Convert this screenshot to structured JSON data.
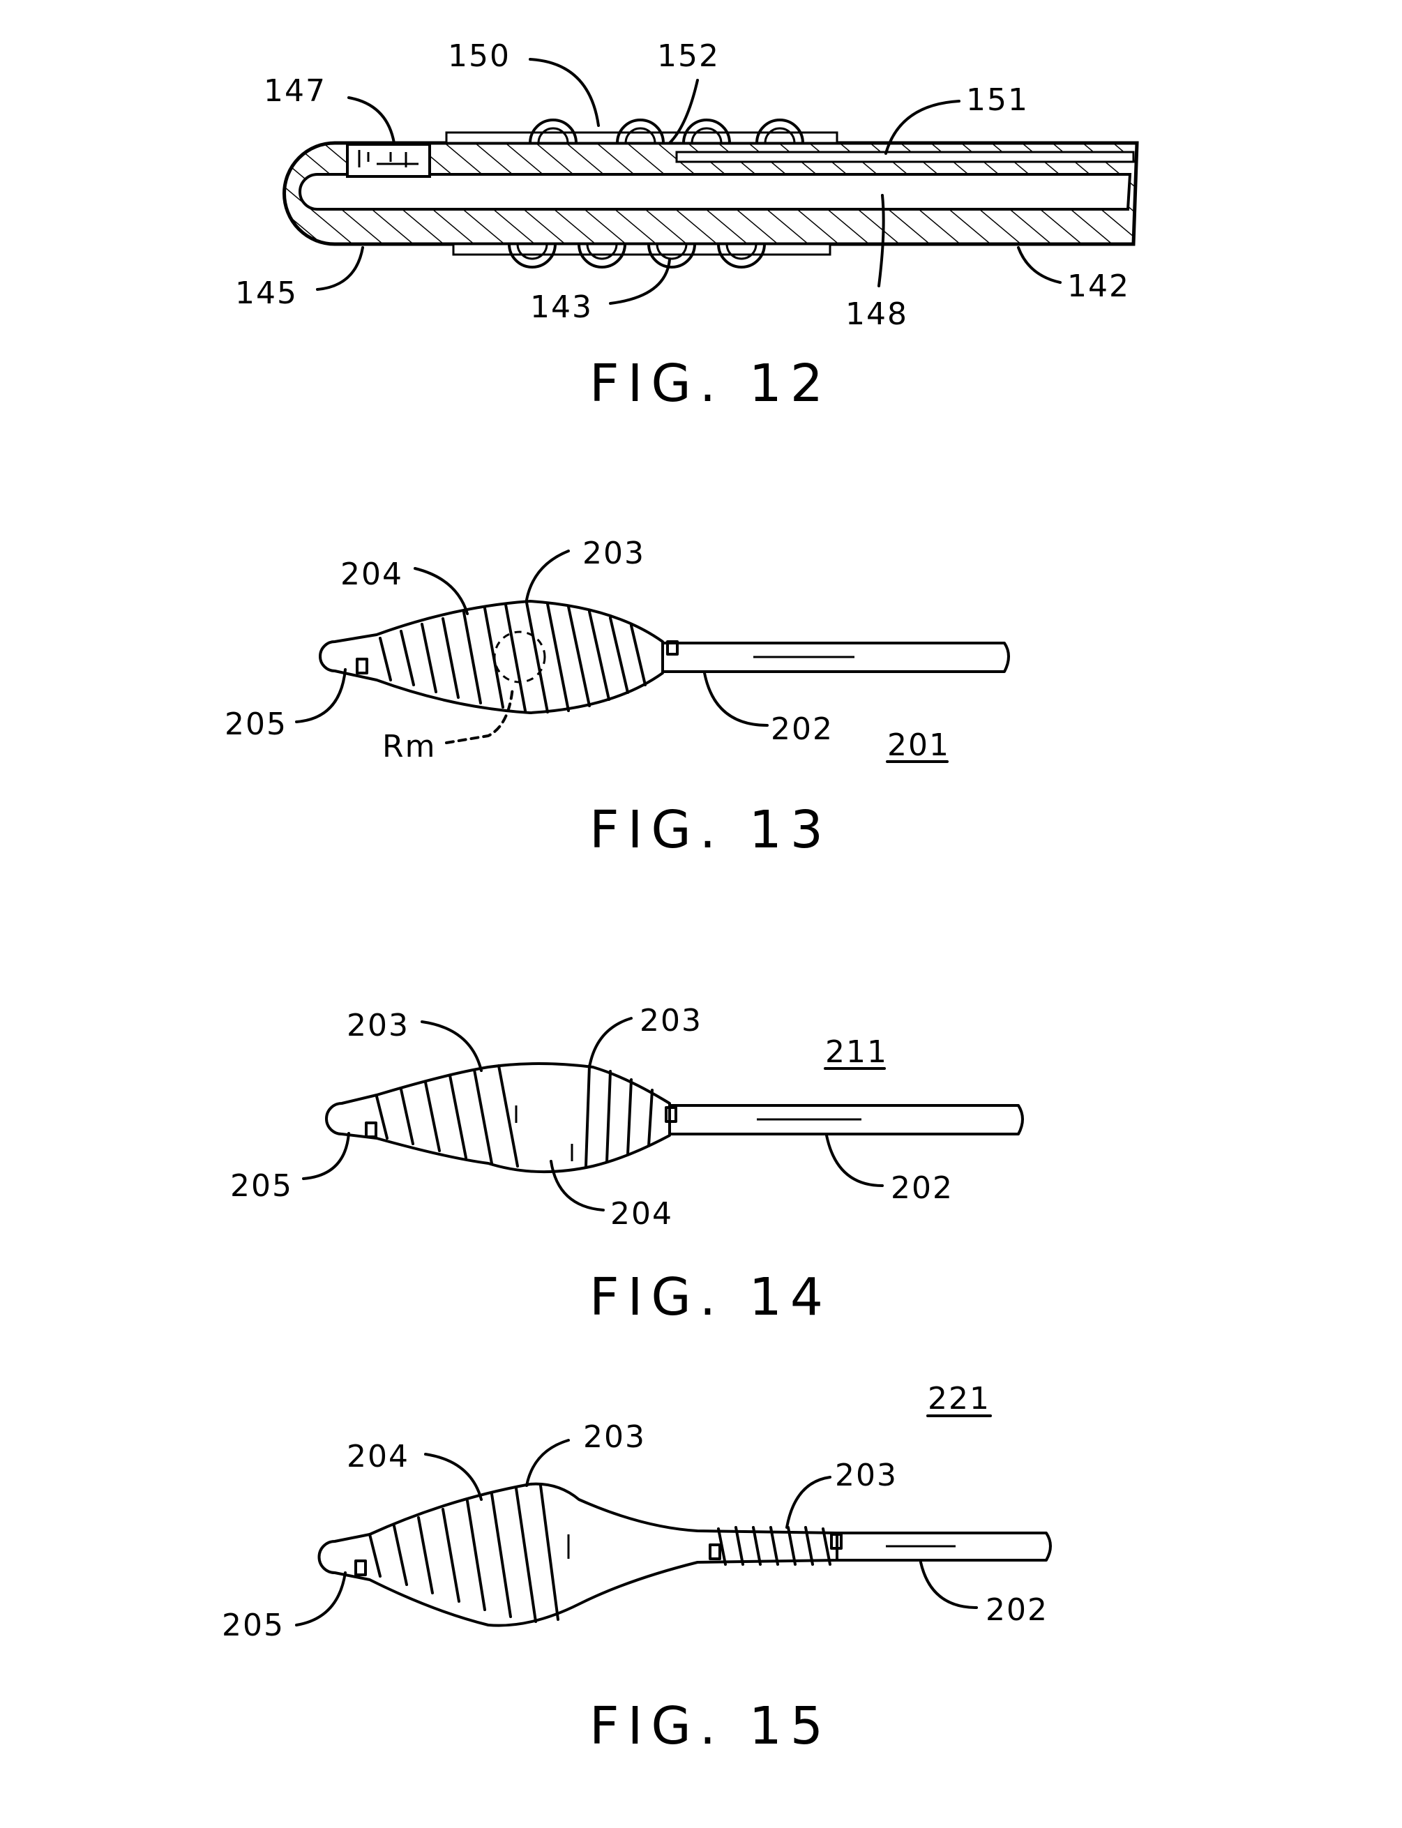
{
  "figures": [
    {
      "id": "fig12",
      "caption": "FIG. 12",
      "labels": {
        "l147": "147",
        "l150": "150",
        "l152": "152",
        "l151": "151",
        "l145": "145",
        "l143": "143",
        "l148": "148",
        "l142": "142"
      }
    },
    {
      "id": "fig13",
      "caption": "FIG. 13",
      "labels": {
        "l204": "204",
        "l203": "203",
        "l205": "205",
        "lRm": "Rm",
        "l202": "202",
        "l201": "201"
      }
    },
    {
      "id": "fig14",
      "caption": "FIG. 14",
      "labels": {
        "l203a": "203",
        "l203b": "203",
        "l211": "211",
        "l205": "205",
        "l204": "204",
        "l202": "202"
      }
    },
    {
      "id": "fig15",
      "caption": "FIG. 15",
      "labels": {
        "l221": "221",
        "l204": "204",
        "l203a": "203",
        "l203b": "203",
        "l205": "205",
        "l202": "202"
      }
    }
  ]
}
